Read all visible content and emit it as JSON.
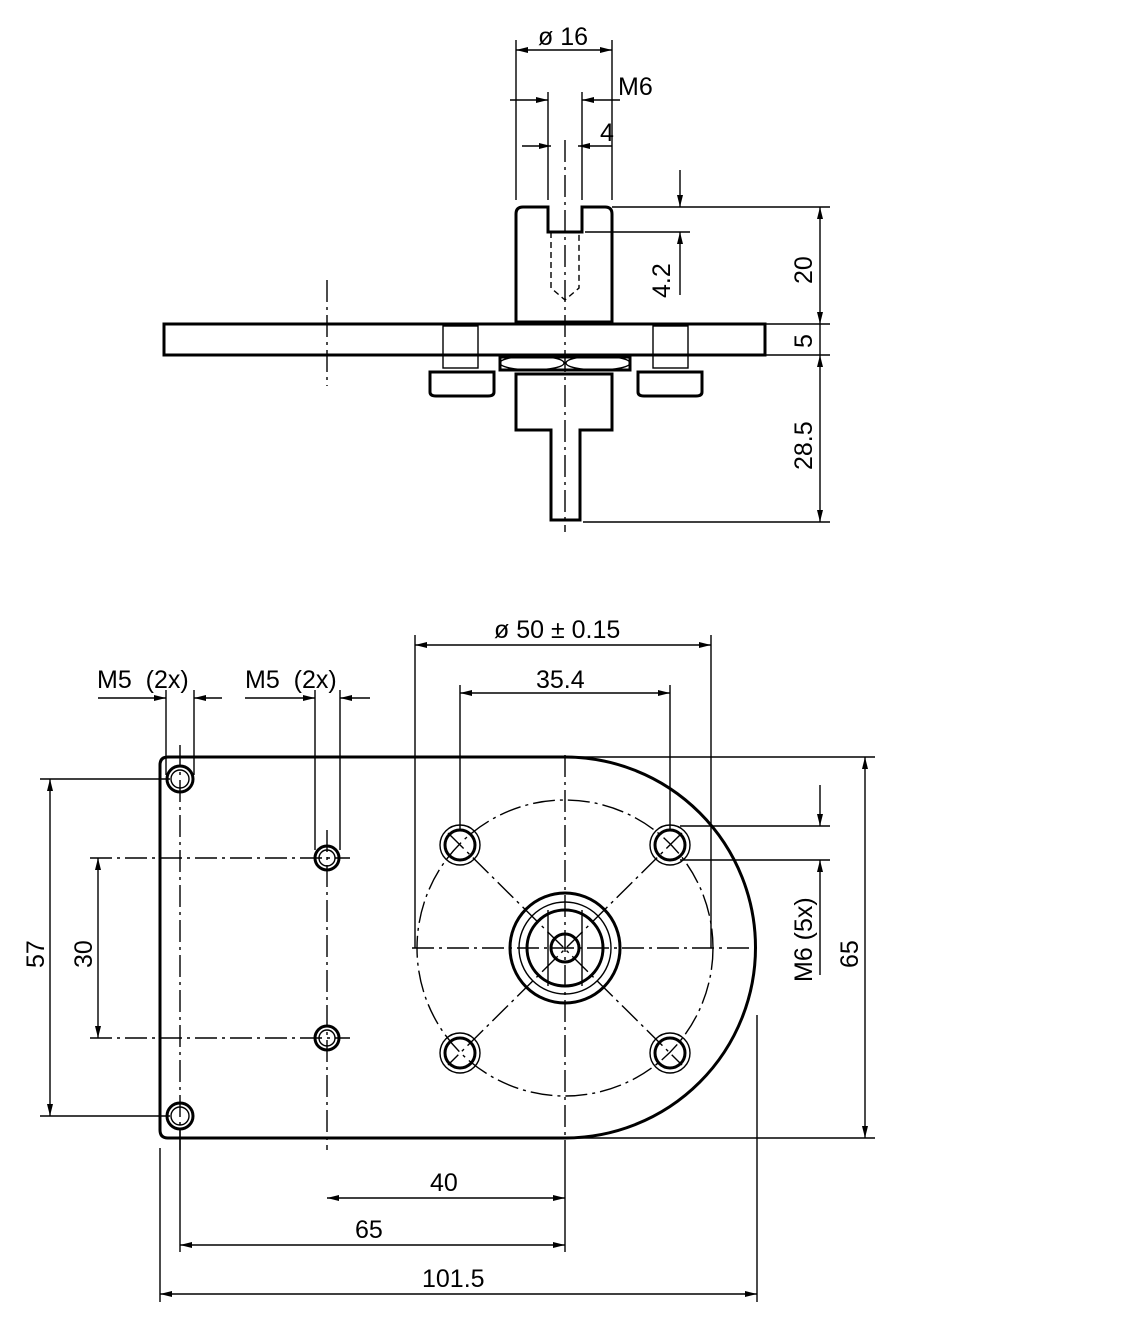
{
  "side_view": {
    "shaft_diameter": "ø 16",
    "thread": "M6",
    "slot_width": "4",
    "slot_depth": "4.2",
    "shaft_height": "20",
    "plate_thickness": "5",
    "bottom_height": "28.5"
  },
  "top_view": {
    "bolt_circle": "ø 50 ± 0.15",
    "hole_spacing": "35.4",
    "m5_left": "M5  (2x)",
    "m5_right": "M5  (2x)",
    "height_57": "57",
    "height_30": "30",
    "m6_holes": "M6 (5x)",
    "height_65": "65",
    "width_40": "40",
    "width_65": "65",
    "width_101_5": "101.5"
  }
}
